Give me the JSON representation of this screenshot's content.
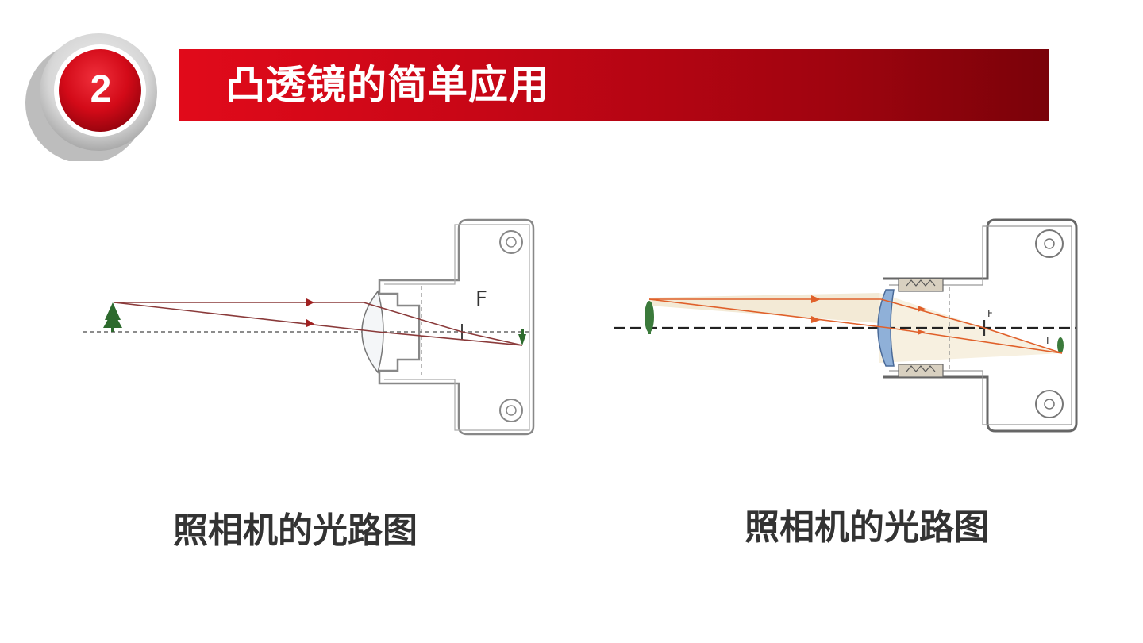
{
  "slide": {
    "number": "2",
    "title": "凸透镜的简单应用"
  },
  "diagrams": [
    {
      "caption": "照相机的光路图",
      "focus_label": "F"
    },
    {
      "caption": "照相机的光路图",
      "focus_label": "F",
      "image_label": "I"
    }
  ],
  "colors": {
    "accent": "#d60a1a",
    "accent_dark": "#7a0209",
    "ray_left": "#8a3a3a",
    "ray_right": "#e0602a"
  }
}
